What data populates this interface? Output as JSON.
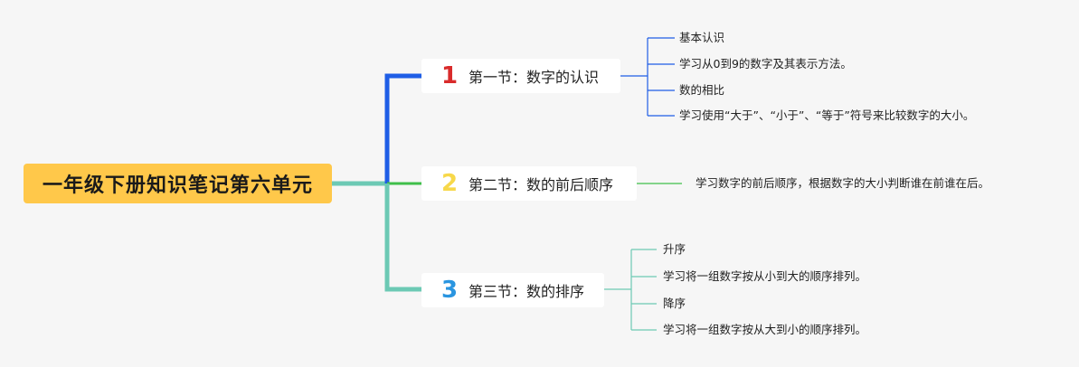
{
  "root": {
    "title": "一年级下册知识笔记第六单元"
  },
  "colors": {
    "root_fill": "#ffc84a",
    "branch1": "#1f5ee6",
    "branch2": "#3fbf4a",
    "branch3": "#6cc9b4",
    "num1": "#d92b2b",
    "num2": "#f7d84a",
    "num3": "#2a95e0"
  },
  "sections": [
    {
      "number": "1",
      "title": "第一节：数字的认识",
      "items": [
        "基本认识",
        "学习从0到9的数字及其表示方法。",
        "数的相比",
        "学习使用“大于”、“小于”、“等于”符号来比较数字的大小。"
      ]
    },
    {
      "number": "2",
      "title": "第二节：数的前后顺序",
      "items": [
        "学习数字的前后顺序，根据数字的大小判断谁在前谁在后。"
      ]
    },
    {
      "number": "3",
      "title": "第三节：数的排序",
      "items": [
        "升序",
        "学习将一组数字按从小到大的顺序排列。",
        "降序",
        "学习将一组数字按从大到小的顺序排列。"
      ]
    }
  ]
}
